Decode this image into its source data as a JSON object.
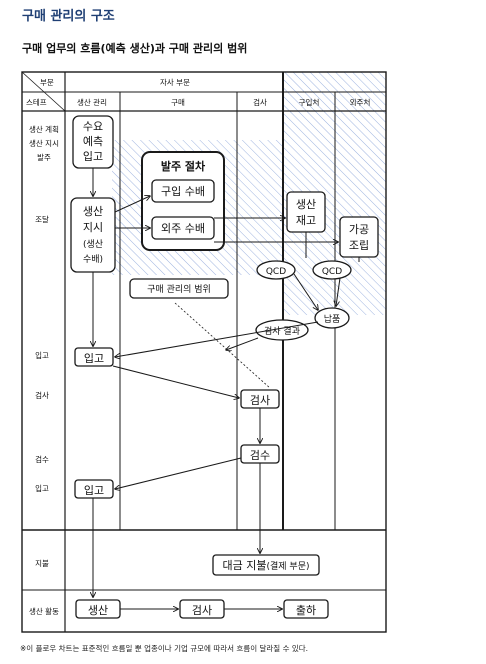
{
  "title": "구매 관리의 구조",
  "subtitle": "구매 업무의 흐름(예측 생산)과 구매 관리의 범위",
  "header": {
    "dept": "부문",
    "step": "스테프",
    "company": "자사 부문",
    "columns": [
      "생산 관리",
      "구매",
      "검사",
      "구입처",
      "외주처"
    ]
  },
  "rows": {
    "plan": [
      "생산 계획",
      "생산 지시",
      "발주"
    ],
    "procure": "조달",
    "receive1": "입고",
    "inspect1": "검사",
    "accept": "검수",
    "receive2": "입고",
    "pay": "지불",
    "production": "생산 활동"
  },
  "boxes": {
    "forecast": [
      "수요",
      "예측",
      "입고"
    ],
    "order_proc_title": "발주 절차",
    "purchase_arr": "구입 수배",
    "outsource_arr": "외주 수배",
    "prod_instr": [
      "생산",
      "지시",
      "(생산",
      "수배)"
    ],
    "prod_stock": [
      "생산",
      "재고"
    ],
    "process_assembly": [
      "가공",
      "조립"
    ],
    "qcd1": "QCD",
    "qcd2": "QCD",
    "scope": "구매 관리의 범위",
    "delivery": "납품",
    "inspect_result": "검사 결과",
    "receive1": "입고",
    "inspect": "검사",
    "accept": "검수",
    "receive2": "입고",
    "payment": "대금 지불",
    "payment_note": "(결제 부문)",
    "production": "생산",
    "inspect2": "검사",
    "shipment": "출하"
  },
  "footnote": "※이 플로우 차트는 표준적인 흐름일 뿐 업종이나 기업 규모에 따라서 흐름이 달라질 수 있다.",
  "colors": {
    "title": "#1f3f74",
    "hatch": "#6f8fd1",
    "ink": "#1a1a1a"
  }
}
